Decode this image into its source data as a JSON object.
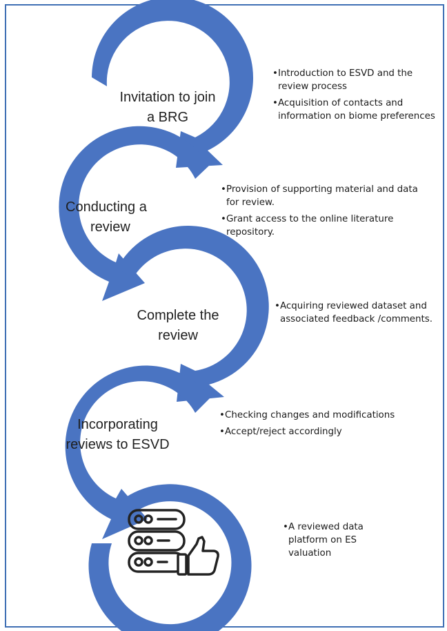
{
  "colors": {
    "arrow": "#4a74c2",
    "frame": "#3f6fb4",
    "icon": "#222222"
  },
  "stages": [
    {
      "title_lines": [
        "Invitation to join",
        "a BRG"
      ],
      "bullets": [
        "Introduction to ESVD and the review process",
        "Acquisition of contacts and information on biome preferences"
      ]
    },
    {
      "title_lines": [
        "Conducting a",
        "review"
      ],
      "bullets": [
        "Provision of supporting material and data for review.",
        "Grant access to the online literature repository."
      ]
    },
    {
      "title_lines": [
        "Complete the",
        "review"
      ],
      "bullets": [
        "Acquiring reviewed dataset and associated feedback /comments."
      ]
    },
    {
      "title_lines": [
        "Incorporating",
        "reviews to ESVD"
      ],
      "bullets": [
        "Checking changes and modifications",
        "Accept/reject accordingly"
      ]
    },
    {
      "icon": "server-thumbs-up-icon",
      "bullets": [
        "A reviewed data platform on ES valuation"
      ]
    }
  ]
}
